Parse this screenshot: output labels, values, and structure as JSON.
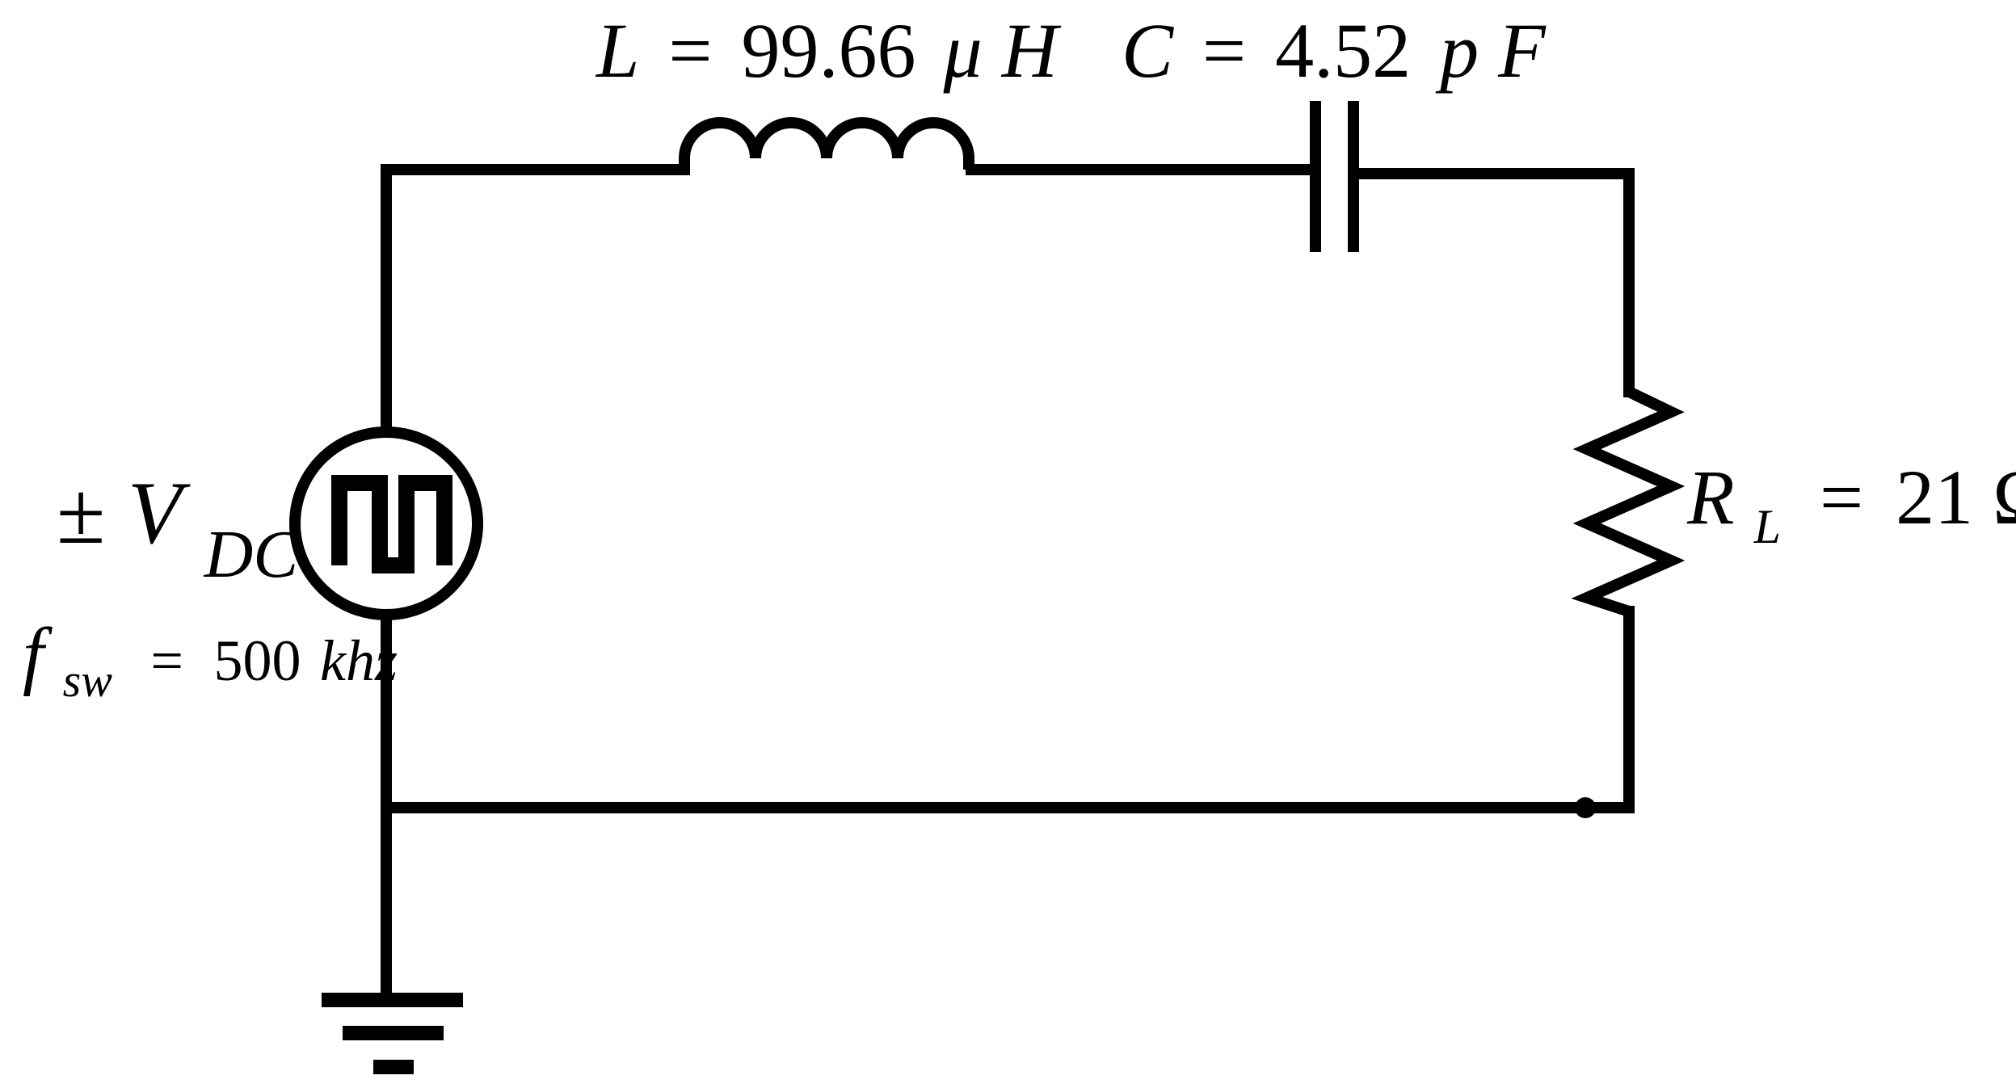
{
  "inductor": {
    "symbol": "L",
    "eq": "=",
    "value": "99.66",
    "unit_prefix": "μ",
    "unit": "H"
  },
  "capacitor": {
    "symbol": "C",
    "eq": "=",
    "value": "4.52",
    "unit_prefix": "p",
    "unit": "F"
  },
  "resistor": {
    "symbol": "R",
    "subscript": "L",
    "eq": "=",
    "value": "21",
    "unit": "Ω"
  },
  "source": {
    "prefix": "±",
    "symbol": "V",
    "subscript": "DC",
    "freq_symbol": "f",
    "freq_subscript": "sw",
    "freq_eq": "=",
    "freq_value": "500",
    "freq_unit": "khz"
  },
  "colors": {
    "stroke": "#000000",
    "background": "#ffffff"
  }
}
